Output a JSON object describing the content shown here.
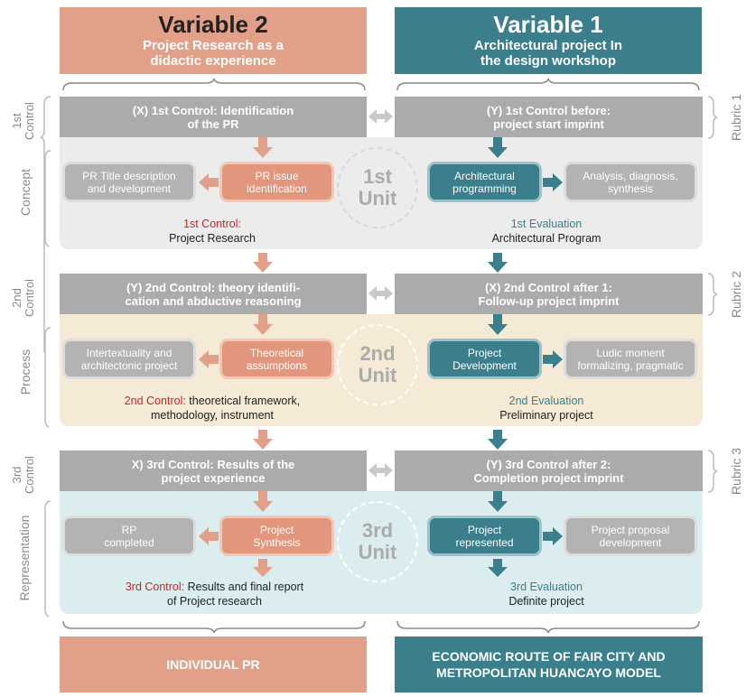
{
  "variable2": {
    "title": "Variable 2",
    "subtitle_line1": "Project Research as a",
    "subtitle_line2": "didactic experience"
  },
  "variable1": {
    "title": "Variable 1",
    "subtitle_line1": "Architectural project In",
    "subtitle_line2": "the design workshop"
  },
  "left_labels": {
    "control1": "1st Control",
    "concept": "Concept",
    "control2": "2nd Control",
    "process": "Process",
    "control3": "3rd Control",
    "representation": "Representation"
  },
  "right_labels": {
    "rubric1": "Rubric 1",
    "rubric2": "Rubric 2",
    "rubric3": "Rubric 3"
  },
  "unit1": {
    "left_band_1": "(X) 1st Control: Identification",
    "left_band_2": "of the PR",
    "right_band_1": "(Y) 1st Control before:",
    "right_band_2": "project start imprint",
    "pill_pr_title_1": "PR Title description",
    "pill_pr_title_2": "and development",
    "pill_pr_issue_1": "PR issue",
    "pill_pr_issue_2": "identification",
    "pill_arch_prog_1": "Architectural",
    "pill_arch_prog_2": "programming",
    "pill_analysis_1": "Analysis, diagnosis,",
    "pill_analysis_2": "synthesis",
    "unit_1": "1st",
    "unit_2": "Unit",
    "control_label": "1st Control:",
    "control_text": "Project Research",
    "eval_label": "1st Evaluation",
    "eval_text": "Architectural Program"
  },
  "unit2": {
    "left_band_1": "(Y) 2nd Control: theory identifi-",
    "left_band_2": "cation and abductive reasoning",
    "right_band_1": "(X) 2nd Control after 1:",
    "right_band_2": "Follow-up project imprint",
    "pill_intertext_1": "Intertextuality and",
    "pill_intertext_2": "architectonic project",
    "pill_theoretical_1": "Theoretical",
    "pill_theoretical_2": "assumptions",
    "pill_project_dev_1": "Project",
    "pill_project_dev_2": "Development",
    "pill_ludic_1": "Ludic moment",
    "pill_ludic_2": "formalizing, pragmatic",
    "unit_1": "2nd",
    "unit_2": "Unit",
    "control_label": "2nd Control:",
    "control_text_1": " theoretical framework,",
    "control_text_2": "methodology, instrument",
    "eval_label": "2nd Evaluation",
    "eval_text": "Preliminary project"
  },
  "unit3": {
    "left_band_1": "X) 3rd Control: Results of the",
    "left_band_2": "project experience",
    "right_band_1": "(Y) 3rd Control after 2:",
    "right_band_2": "Completion project imprint",
    "pill_rp_1": "RP",
    "pill_rp_2": "completed",
    "pill_synthesis_1": "Project",
    "pill_synthesis_2": "Synthesis",
    "pill_represented_1": "Project",
    "pill_represented_2": "represented",
    "pill_proposal_1": "Project proposal",
    "pill_proposal_2": "development",
    "unit_1": "3rd",
    "unit_2": "Unit",
    "control_label": "3rd Control:",
    "control_text_1": " Results and final report",
    "control_text_2": "of Project research",
    "eval_label": "3rd Evaluation",
    "eval_text": "Definite project"
  },
  "bottom": {
    "left": "INDIVIDUAL PR",
    "right_1": "ECONOMIC ROUTE OF FAIR CITY AND",
    "right_2": "METROPOLITAN HUANCAYO MODEL"
  },
  "colors": {
    "orange": "#e3a088",
    "teal": "#3b7f8c",
    "gray": "#ababab",
    "unit1_bg": "#ececec",
    "unit2_bg": "#f4ead5",
    "unit3_bg": "#dcedef",
    "red": "#c8252c"
  }
}
